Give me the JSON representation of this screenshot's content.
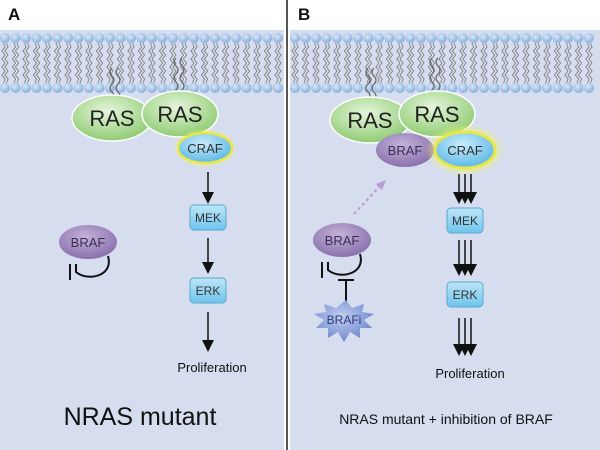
{
  "panels": {
    "a": {
      "letter": "A",
      "ras_left": "RAS",
      "ras_right": "RAS",
      "craf": "CRAF",
      "mek": "MEK",
      "erk": "ERK",
      "braf": "BRAF",
      "proliferation": "Proliferation",
      "caption": "NRAS mutant"
    },
    "b": {
      "letter": "B",
      "ras_left": "RAS",
      "ras_right": "RAS",
      "braf_dimer": "BRAF",
      "craf": "CRAF",
      "mek": "MEK",
      "erk": "ERK",
      "braf": "BRAF",
      "brafi": "BRAFi",
      "proliferation": "Proliferation",
      "caption": "NRAS mutant + inhibition of BRAF"
    }
  },
  "colors": {
    "cytoplasm": "#d5ddee",
    "membrane_head": "#9dbde3",
    "ras": "#aed99a",
    "craf": "#7fc9ec",
    "craf_glow": "#f0f05a",
    "braf": "#9a83b8",
    "box": "#8cd0f0",
    "brafi": "#7f97d6",
    "divider": "#555555"
  }
}
